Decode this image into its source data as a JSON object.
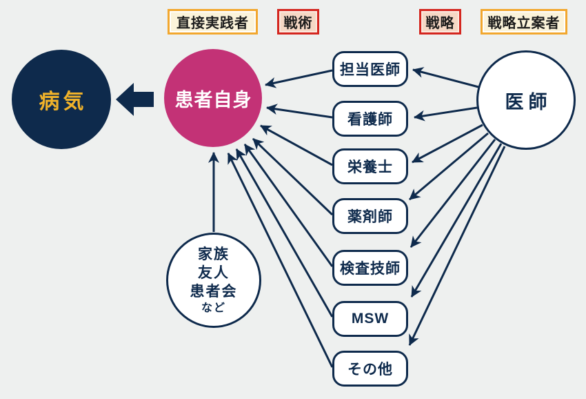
{
  "diagram": {
    "title_implicit": "",
    "top_labels": {
      "direct_practitioner": "直接実践者",
      "tactics": "戦術",
      "strategy": "戦略",
      "strategy_planner": "戦略立案者"
    },
    "disease": {
      "label": "病気"
    },
    "patient": {
      "label": "患者自身"
    },
    "doctor": {
      "label": "医師"
    },
    "family": {
      "line1": "家族",
      "line2": "友人",
      "line3": "患者会",
      "line4": "など"
    },
    "staff": [
      {
        "label": "担当医師"
      },
      {
        "label": "看護師"
      },
      {
        "label": "栄養士"
      },
      {
        "label": "薬剤師"
      },
      {
        "label": "検査技師"
      },
      {
        "label": "MSW"
      },
      {
        "label": "その他"
      }
    ],
    "colors": {
      "navy": "#0e2a4c",
      "magenta": "#c33276",
      "gold": "#f0b22a",
      "orange_border": "#f2a72e",
      "cream_background": "#fbf3da",
      "red_border": "#d4261f",
      "salmon_background": "#f6d8c5",
      "page_background": "#eef0ef",
      "white": "#ffffff"
    }
  }
}
